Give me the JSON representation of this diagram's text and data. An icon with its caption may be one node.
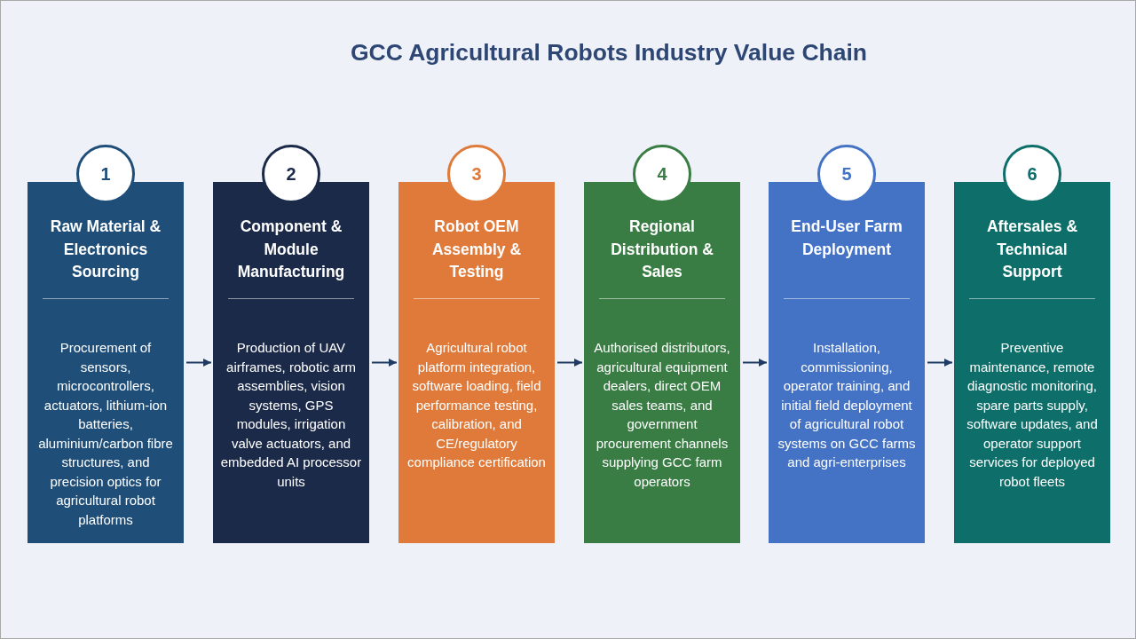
{
  "diagram": {
    "title": "GCC Agricultural Robots Industry Value Chain",
    "nodes": [
      {
        "text": [
          "1"
        ]
      },
      {
        "text": [
          "Raw Material & Electronics Sourcing",
          "Procurement of sensors, microcontrollers, actuators, lithium-ion batteries, aluminium/carbon fibre structures, and precision optics for agricultural robot platforms"
        ]
      },
      {
        "text": [
          "2"
        ]
      },
      {
        "text": [
          "Component & Module Manufacturing",
          "Production of UAV airframes, robotic arm assemblies, vision systems, GPS modules, irrigation valve actuators, and embedded AI processor units"
        ]
      },
      {
        "text": [
          "3"
        ]
      },
      {
        "text": [
          "Robot OEM Assembly & Testing",
          "Agricultural robot platform integration, software loading, field performance testing, calibration, and CE/regulatory compliance certification"
        ]
      },
      {
        "text": [
          "4"
        ]
      },
      {
        "text": [
          "Regional Distribution & Sales",
          "Authorised distributors, agricultural equipment dealers, direct OEM sales teams, and government procurement channels supplying GCC farm operators"
        ]
      },
      {
        "text": [
          "5"
        ]
      },
      {
        "text": [
          "End-User Farm Deployment",
          "Installation, commissioning, operator training, and initial field deployment of agricultural robot systems on GCC farms and agri-enterprises"
        ]
      },
      {
        "text": [
          "6"
        ]
      },
      {
        "text": [
          "Aftersales & Technical Support",
          "Preventive maintenance, remote diagnostic monitoring, spare parts supply, software updates, and operator support services for deployed robot fleets"
        ]
      }
    ],
    "edges": [
      {
        "from": 1,
        "to": 3,
        "arrow": "to"
      },
      {
        "from": 3,
        "to": 5,
        "arrow": "to"
      },
      {
        "from": 5,
        "to": 7,
        "arrow": "to"
      },
      {
        "from": 7,
        "to": 9,
        "arrow": "to"
      },
      {
        "from": 9,
        "to": 11,
        "arrow": "to"
      }
    ]
  }
}
